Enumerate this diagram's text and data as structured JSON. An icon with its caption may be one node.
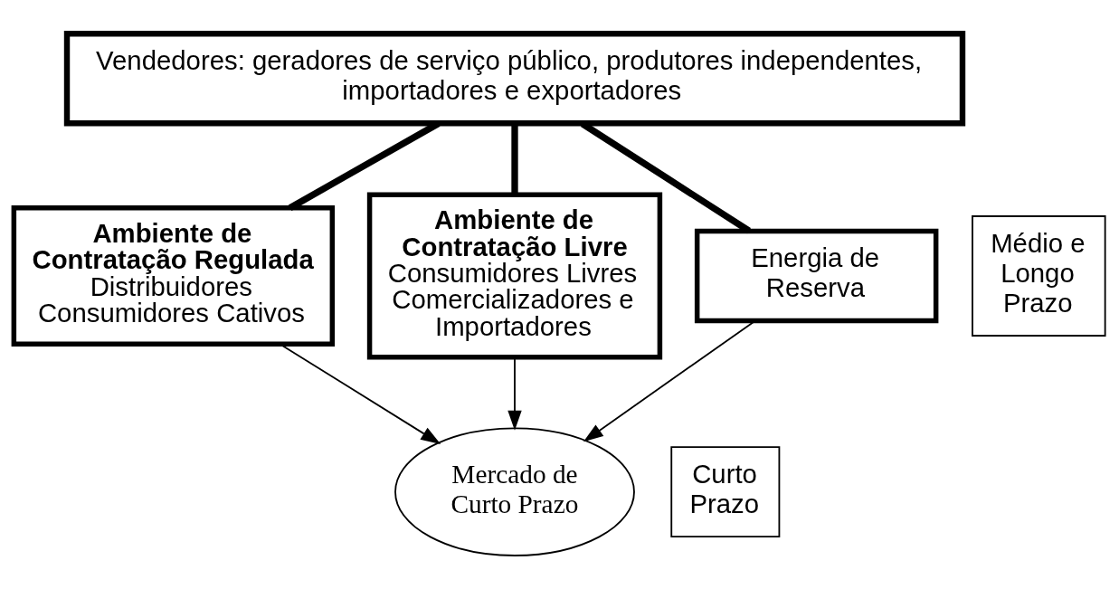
{
  "diagram": {
    "nodes": [
      {
        "text": [
          "Vendedores: geradores de serviço público, produtores independentes, importadores e exportadores"
        ]
      },
      {
        "text": [
          "Ambiente de Contratação Regulada",
          "Distribuidores",
          "Consumidores Cativos"
        ]
      },
      {
        "text": [
          "Ambiente de Contratação Livre",
          "Consumidores Livres",
          "Comercializadores e Importadores"
        ]
      },
      {
        "text": [
          "Energia de Reserva"
        ]
      },
      {
        "text": [
          "Mercado de Curto Prazo"
        ]
      },
      {
        "text": [
          "Médio e Longo Prazo"
        ]
      },
      {
        "text": [
          "Curto Prazo"
        ]
      }
    ],
    "edges": [
      {
        "from": 0,
        "to": 1,
        "arrow": "none",
        "style": "thick"
      },
      {
        "from": 0,
        "to": 2,
        "arrow": "none",
        "style": "thick"
      },
      {
        "from": 0,
        "to": 3,
        "arrow": "none",
        "style": "thick"
      },
      {
        "from": 1,
        "to": 4,
        "arrow": "to"
      },
      {
        "from": 2,
        "to": 4,
        "arrow": "to"
      },
      {
        "from": 3,
        "to": 4,
        "arrow": "to"
      }
    ]
  }
}
